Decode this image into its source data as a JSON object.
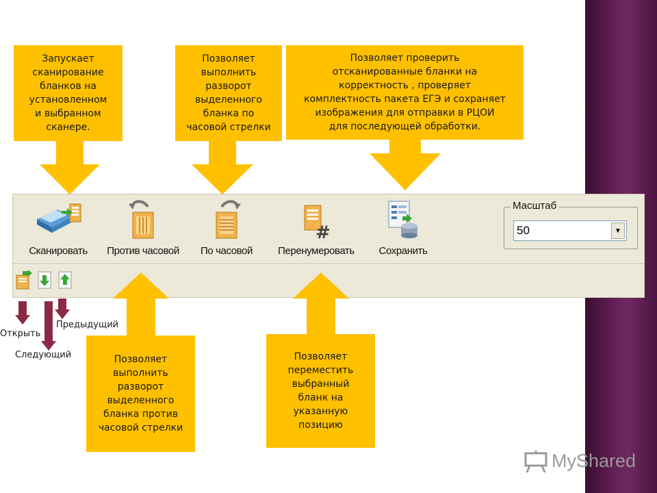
{
  "callouts": {
    "scan": "Запускает\nсканирование\nбланков на\nустановленном\nи выбранном\nсканере.",
    "clockwise": "Позволяет\nвыполнить\nразворот\nвыделенного\nбланка по\nчасовой стрелки",
    "save": "Позволяет  проверить\nотсканированные бланки на\nкорректность , проверяет\nкомплектность пакета ЕГЭ и сохраняет\nизображения для отправки в РЦОИ\nдля последующей обработки.",
    "counterclockwise": "Позволяет\nвыполнить\nразворот\nвыделенного\nбланка против\nчасовой стрелки",
    "renumber": "Позволяет\nпереместить\nвыбранный\nбланк на\nуказанную\nпозицию"
  },
  "toolbar": {
    "scan_label": "Сканировать",
    "ccw_label": "Против часовой",
    "cw_label": "По часовой",
    "renumber_label": "Перенумеровать",
    "save_label": "Сохранить",
    "scale_legend": "Масштаб",
    "scale_value": "50"
  },
  "nav": {
    "open_label": "Открыть",
    "next_label": "Следующий",
    "prev_label": "Предыдущий"
  },
  "logo": {
    "text": "MyShared"
  },
  "colors": {
    "callout": "#ffc000",
    "nav_arrow": "#8b2a45",
    "side_panel": "#5e1d50",
    "toolbar": "#ece9d8"
  }
}
